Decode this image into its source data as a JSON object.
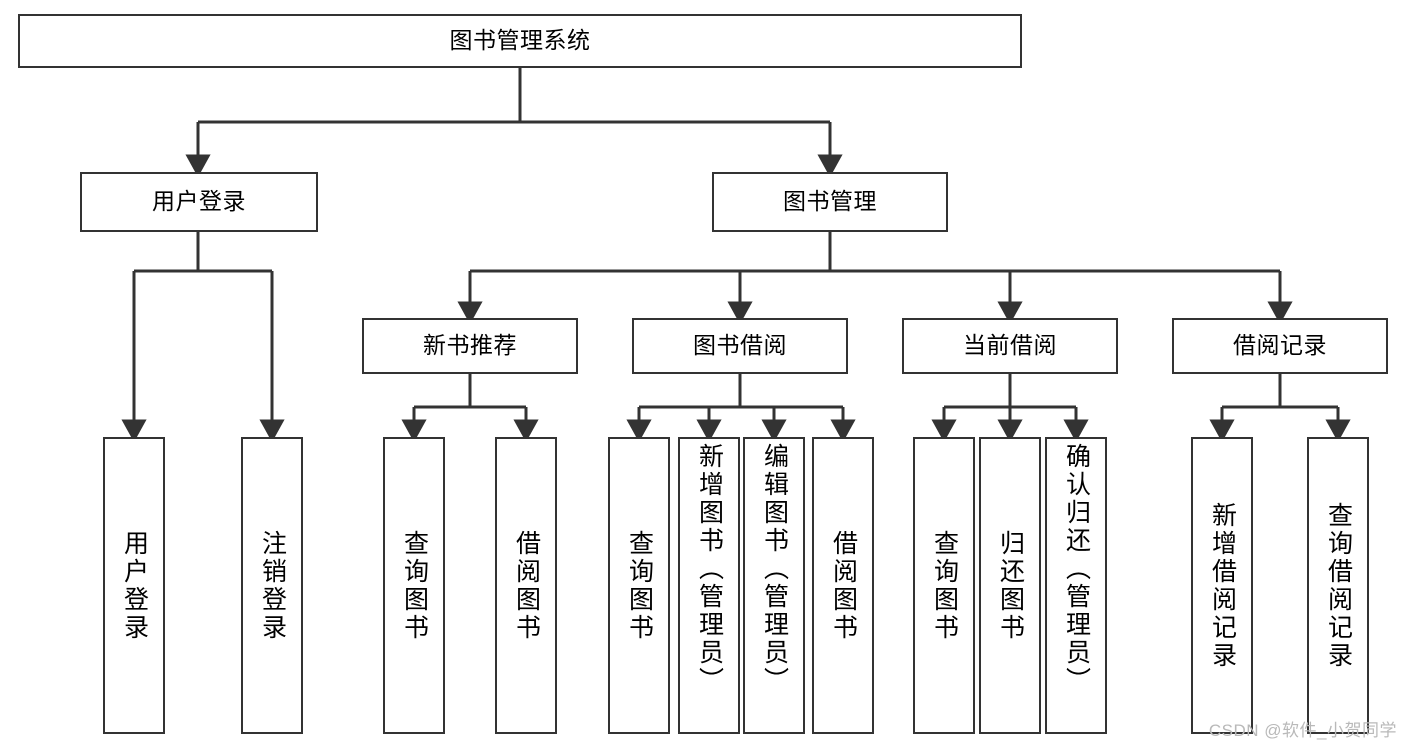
{
  "diagram": {
    "title": "图书管理系统",
    "type": "hierarchy-tree",
    "nodes": {
      "root": {
        "label": "图书管理系统"
      },
      "level2": [
        {
          "id": "user-login",
          "label": "用户登录"
        },
        {
          "id": "book-management",
          "label": "图书管理"
        }
      ],
      "level3": [
        {
          "id": "new-book-recommend",
          "label": "新书推荐"
        },
        {
          "id": "book-borrow",
          "label": "图书借阅"
        },
        {
          "id": "current-borrow",
          "label": "当前借阅"
        },
        {
          "id": "borrow-record",
          "label": "借阅记录"
        }
      ],
      "leaves": [
        {
          "id": "leaf-user-login",
          "label": "用户登录",
          "parent": "user-login"
        },
        {
          "id": "leaf-logout-login",
          "label": "注销登录",
          "parent": "user-login"
        },
        {
          "id": "leaf-query-book-1",
          "label": "查询图书",
          "parent": "new-book-recommend"
        },
        {
          "id": "leaf-borrow-book-1",
          "label": "借阅图书",
          "parent": "new-book-recommend"
        },
        {
          "id": "leaf-query-book-2",
          "label": "查询图书",
          "parent": "book-borrow"
        },
        {
          "id": "leaf-add-book",
          "label": "新增图书（管理员）",
          "parent": "book-borrow"
        },
        {
          "id": "leaf-edit-book",
          "label": "编辑图书（管理员）",
          "parent": "book-borrow"
        },
        {
          "id": "leaf-borrow-book-2",
          "label": "借阅图书",
          "parent": "book-borrow"
        },
        {
          "id": "leaf-query-book-3",
          "label": "查询图书",
          "parent": "current-borrow"
        },
        {
          "id": "leaf-return-book",
          "label": "归还图书",
          "parent": "current-borrow"
        },
        {
          "id": "leaf-confirm-return",
          "label": "确认归还（管理员）",
          "parent": "current-borrow"
        },
        {
          "id": "leaf-add-record",
          "label": "新增借阅记录",
          "parent": "borrow-record"
        },
        {
          "id": "leaf-query-record",
          "label": "查询借阅记录",
          "parent": "borrow-record"
        }
      ]
    },
    "colors": {
      "stroke": "#333333",
      "fill": "#ffffff",
      "text": "#000000",
      "watermark": "#b9b9b9"
    }
  },
  "watermark": {
    "text": "CSDN @软件_小贺同学"
  }
}
